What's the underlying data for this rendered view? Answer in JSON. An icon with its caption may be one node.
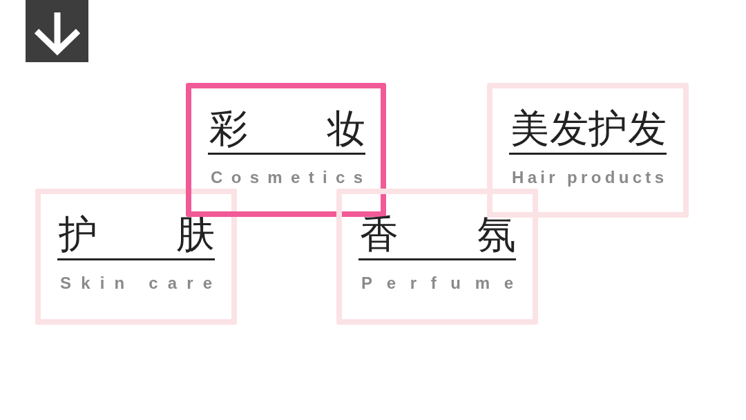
{
  "diagram": {
    "nodes": [
      {
        "text": [
          "彩妆",
          "Cosmetics"
        ]
      },
      {
        "text": [
          "美发护发",
          "Hair products"
        ]
      },
      {
        "text": [
          "护肤",
          "Skin care"
        ]
      },
      {
        "text": [
          "香氛",
          "Perfume"
        ]
      }
    ]
  }
}
